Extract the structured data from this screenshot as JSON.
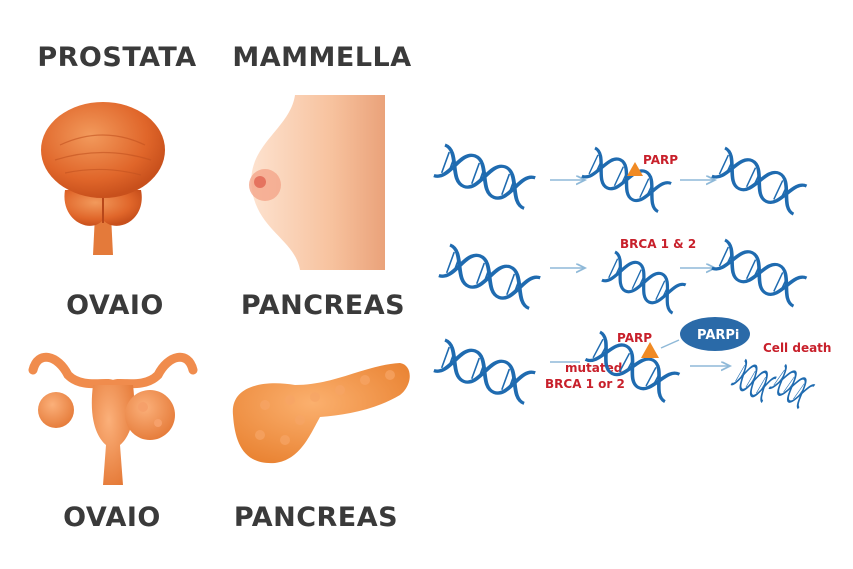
{
  "organs": {
    "prostate": "PROSTATA",
    "breast": "MAMMELLA",
    "ovary_top": "OVAIO",
    "pancreas_top": "PANCREAS",
    "ovary_bottom": "OVAIO",
    "pancreas_bottom": "PANCREAS"
  },
  "pathway": {
    "row1_enzyme": "PARP",
    "row2_enzyme": "BRCA 1 & 2",
    "row3_enzyme": "PARP",
    "row3_condition_line1": "mutated",
    "row3_condition_line2": "BRCA 1 or 2",
    "inhibitor": "PARPi",
    "outcome": "Cell death"
  },
  "colors": {
    "dna": "#1f6bb0",
    "arrow": "#8fb9d8",
    "enzyme_triangle": "#f08a24",
    "label_red": "#c8202b",
    "parpi_fill": "#2a6aa8",
    "organ_orange": "#e8742e"
  }
}
